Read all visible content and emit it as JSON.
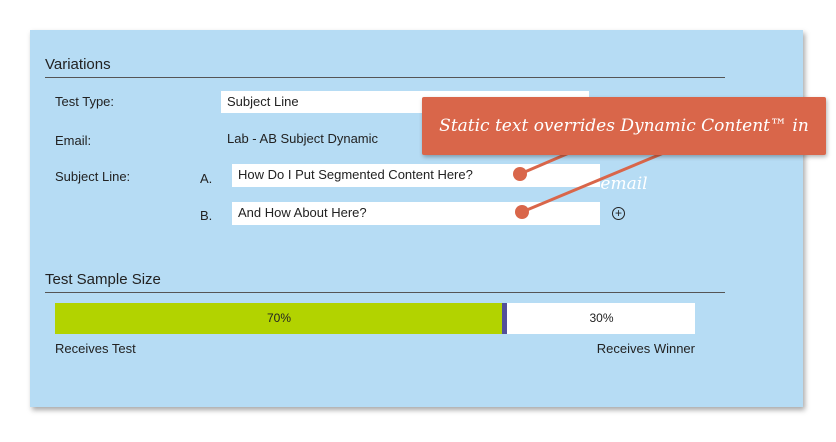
{
  "variations": {
    "title": "Variations",
    "test_type_label": "Test Type:",
    "test_type_value": "Subject Line",
    "email_label": "Email:",
    "email_value": "Lab - AB Subject Dynamic",
    "subject_line_label": "Subject Line:",
    "variant_a_letter": "A.",
    "variant_a_value": "How Do I Put Segmented Content Here?",
    "variant_b_letter": "B.",
    "variant_b_value": "And How About Here?"
  },
  "sample_size": {
    "title": "Test Sample Size",
    "test_percent": 70,
    "test_label": "70%",
    "winner_label": "30%",
    "receives_test": "Receives Test",
    "receives_winner": "Receives Winner"
  },
  "callout": {
    "text": "Static text overrides Dynamic Content™ in email",
    "color": "#d9664a"
  },
  "icons": {
    "add_variant": "plus-circle-icon"
  },
  "colors": {
    "panel": "#b6dcf4",
    "test_fill": "#b2d300",
    "handle": "#52509a"
  }
}
